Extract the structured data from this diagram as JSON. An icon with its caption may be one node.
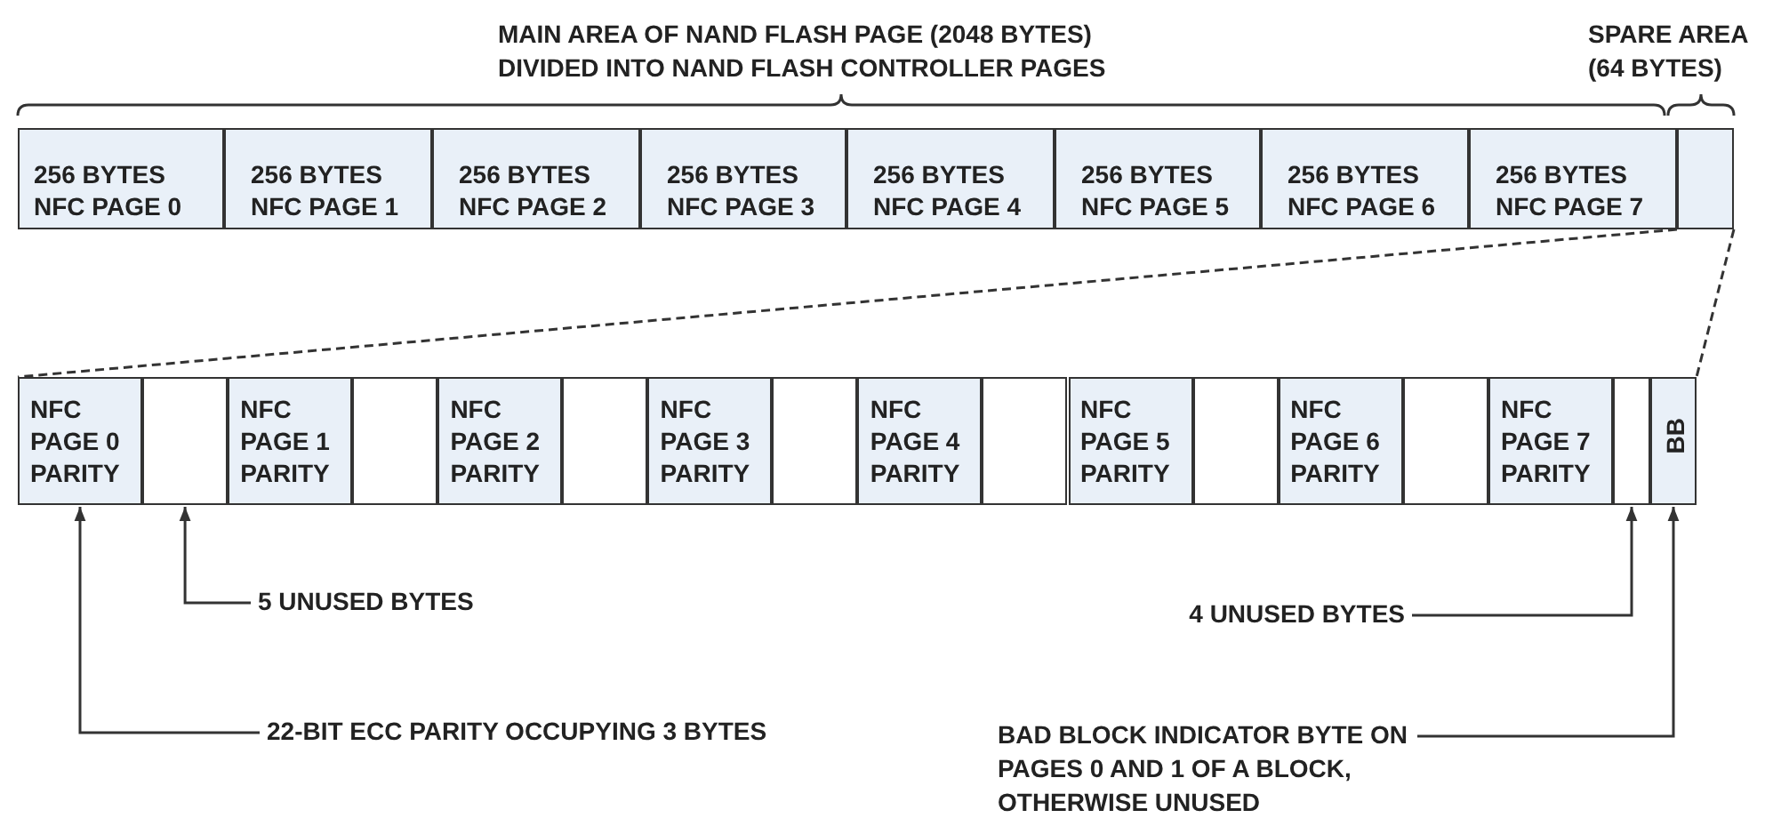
{
  "diagram": {
    "nodes": [
      {
        "text": [
          "256 BYTES NFC PAGE 0"
        ]
      },
      {
        "text": [
          "256 BYTES NFC PAGE 1"
        ]
      },
      {
        "text": [
          "256 BYTES NFC PAGE 2"
        ]
      },
      {
        "text": [
          "256 BYTES NFC PAGE 3"
        ]
      },
      {
        "text": [
          "256 BYTES NFC PAGE 4"
        ]
      },
      {
        "text": [
          "256 BYTES NFC PAGE 5"
        ]
      },
      {
        "text": [
          "256 BYTES NFC PAGE 6"
        ]
      },
      {
        "text": [
          "256 BYTES NFC PAGE 7"
        ]
      },
      {
        "text": [],
        "shape": "box"
      },
      {
        "text": [
          "NFC PAGE 0 PARITY"
        ]
      },
      {
        "text": [],
        "shape": "box"
      },
      {
        "text": [
          "NFC PAGE 1 PARITY"
        ]
      },
      {
        "text": [],
        "shape": "box"
      },
      {
        "text": [
          "NFC PAGE 2 PARITY"
        ]
      },
      {
        "text": [],
        "shape": "box"
      },
      {
        "text": [
          "NFC PAGE 3 PARITY"
        ]
      },
      {
        "text": [],
        "shape": "box"
      },
      {
        "text": [
          "NFC PAGE 4 PARITY"
        ]
      },
      {
        "text": [],
        "shape": "box"
      },
      {
        "text": [
          "NFC PAGE 5 PARITY"
        ]
      },
      {
        "text": [],
        "shape": "box"
      },
      {
        "text": [
          "NFC PAGE 6 PARITY"
        ]
      },
      {
        "text": [],
        "shape": "box"
      },
      {
        "text": [
          "NFC PAGE 7 PARITY"
        ]
      },
      {
        "text": [],
        "shape": "box"
      },
      {
        "text": [
          "BB"
        ]
      },
      {
        "text": [
          "5 UNUSED BYTES"
        ]
      },
      {
        "text": [
          "4 UNUSED BYTES"
        ]
      },
      {
        "text": [
          "22-BIT ECC PARITY OCCUPYING 3 BYTES"
        ]
      },
      {
        "text": [
          "BAD BLOCK INDICATOR BYTE ON PAGES 0 AND 1 OF A BLOCK, OTHERWISE UNUSED"
        ]
      }
    ],
    "edges": [
      {
        "from": 8,
        "to": 9,
        "arrow": "none",
        "style": "dashed"
      },
      {
        "from": 8,
        "to": 25,
        "arrow": "none",
        "style": "dashed"
      },
      {
        "from": 26,
        "to": 10,
        "arrow": "to"
      },
      {
        "from": 27,
        "to": 24,
        "arrow": "to"
      },
      {
        "from": 28,
        "to": 9,
        "arrow": "to"
      },
      {
        "from": 29,
        "to": 25,
        "arrow": "to"
      }
    ],
    "labels": [
      "MAIN AREA OF NAND FLASH PAGE (2048 BYTES) DIVIDED INTO NAND FLASH CONTROLLER PAGES",
      "SPARE AREA (64 BYTES)"
    ]
  }
}
